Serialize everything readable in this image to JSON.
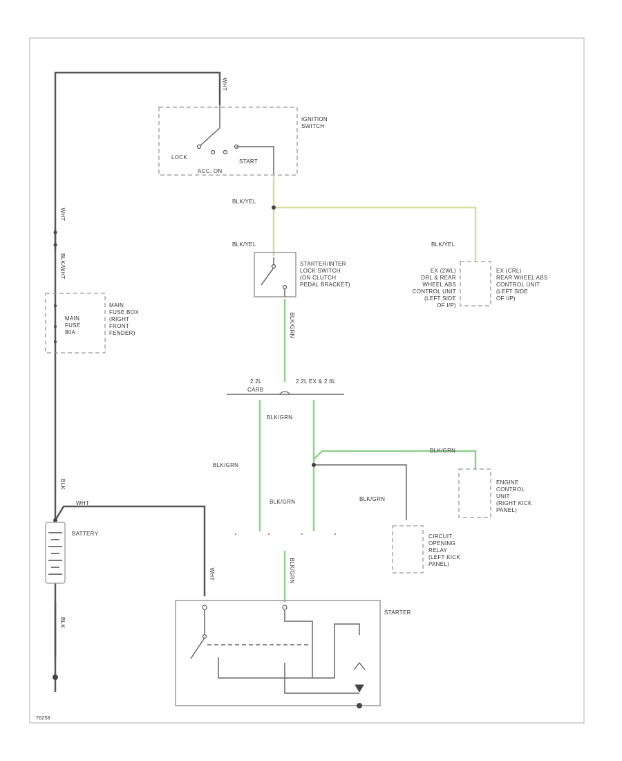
{
  "labels": {
    "ignition_switch": [
      "IGNITION",
      "SWITCH"
    ],
    "lock": "LOCK",
    "start": "START",
    "acc_on": "ACC.  ON",
    "blk_yel_1": "BLK/YEL",
    "blk_yel_2": "BLK/YEL",
    "blk_yel_3": "BLK/YEL",
    "starter_interlock": [
      "STARTER/INTER",
      "LOCK SWITCH",
      "(ON CLUTCH",
      "PEDAL BRACKET)"
    ],
    "abs_left": [
      "EX (2WL)",
      "DRL & REAR",
      "WHEEL ABS",
      "CONTROL UNIT",
      "(LEFT SIDE",
      "OF I/P)"
    ],
    "abs_right": [
      "EX (CRL)",
      "REAR WHEEL ABS",
      "CONTROL UNIT",
      "(LEFT SIDE",
      "OF I/P)"
    ],
    "main_fuse_box": [
      "MAIN",
      "FUSE BOX",
      "(RIGHT",
      "FRONT",
      "FENDER)"
    ],
    "main_fuse": [
      "MAIN",
      "FUSE",
      "80A"
    ],
    "variant_left": [
      "2.2L",
      "CARB"
    ],
    "variant_right": "2.2L EX & 2.6L",
    "blk_grn_1": "BLK/GRN",
    "blk_grn_2": "BLK/GRN",
    "blk_grn_3": "BLK/GRN",
    "blk_grn_4": "BLK/GRN",
    "blk_grn_5": "BLK/GRN",
    "ecu": [
      "ENGINE",
      "CONTROL",
      "UNIT",
      "(RIGHT KICK",
      "PANEL)"
    ],
    "circuit_relay": [
      "CIRCUIT",
      "OPENING",
      "RELAY",
      "(LEFT KICK",
      "PANEL)"
    ],
    "battery": "BATTERY",
    "starter": "STARTER",
    "wht_top": "WHT",
    "wht_left": "WHT",
    "blk_wht": "BLK/WHT",
    "blk_left": "BLK",
    "blk_bottom": "BLK",
    "wht_batt": "WHT",
    "wht_starter": "WHT",
    "blk_grn_vert_1": "BLK/GRN",
    "blk_grn_vert_2": "BLK/GRN",
    "fig_code": "76258"
  },
  "colors": {
    "wire_black": "#555555",
    "wire_yellow": "#d8dc9a",
    "wire_green": "#8fd08f"
  }
}
